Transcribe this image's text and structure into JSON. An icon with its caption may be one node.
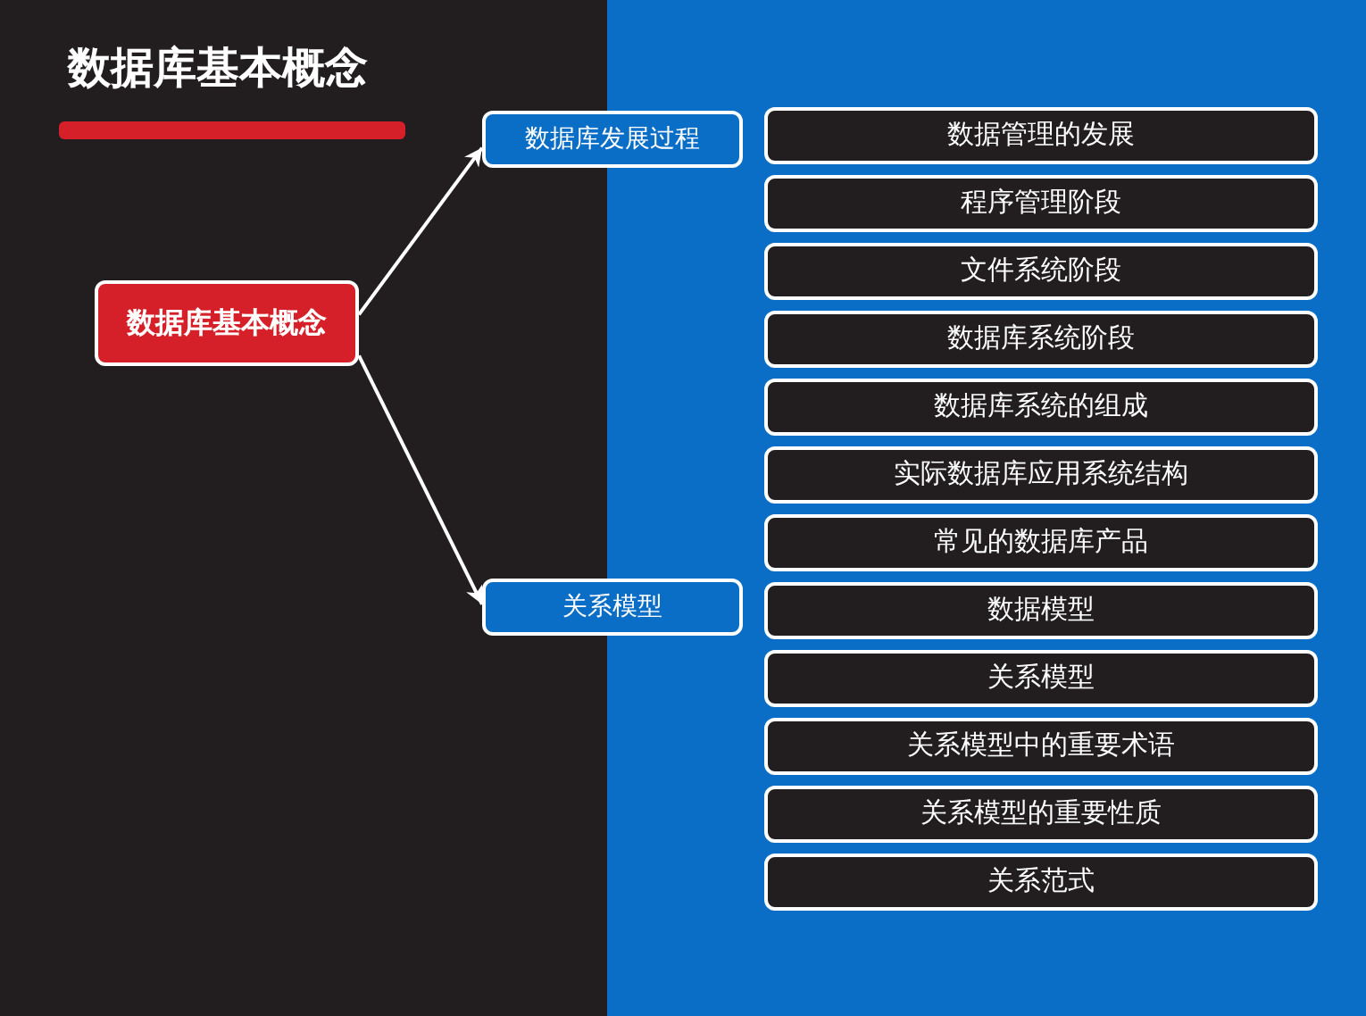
{
  "diagram": {
    "title": "数据库基本概念",
    "nodes": [
      {
        "text": [
          "数据库基本概念"
        ]
      },
      {
        "text": [
          "数据库发展过程"
        ]
      },
      {
        "text": [
          "关系模型"
        ]
      },
      {
        "text": [
          "数据管理的发展"
        ]
      },
      {
        "text": [
          "程序管理阶段"
        ]
      },
      {
        "text": [
          "文件系统阶段"
        ]
      },
      {
        "text": [
          "数据库系统阶段"
        ]
      },
      {
        "text": [
          "数据库系统的组成"
        ]
      },
      {
        "text": [
          "实际数据库应用系统结构"
        ]
      },
      {
        "text": [
          "常见的数据库产品"
        ]
      },
      {
        "text": [
          "数据模型"
        ]
      },
      {
        "text": [
          "关系模型"
        ]
      },
      {
        "text": [
          "关系模型中的重要术语"
        ]
      },
      {
        "text": [
          "关系模型的重要性质"
        ]
      },
      {
        "text": [
          "关系范式"
        ]
      }
    ],
    "edges": [
      {
        "from": 0,
        "to": 1,
        "arrow": "to"
      },
      {
        "from": 0,
        "to": 2,
        "arrow": "to"
      }
    ]
  }
}
